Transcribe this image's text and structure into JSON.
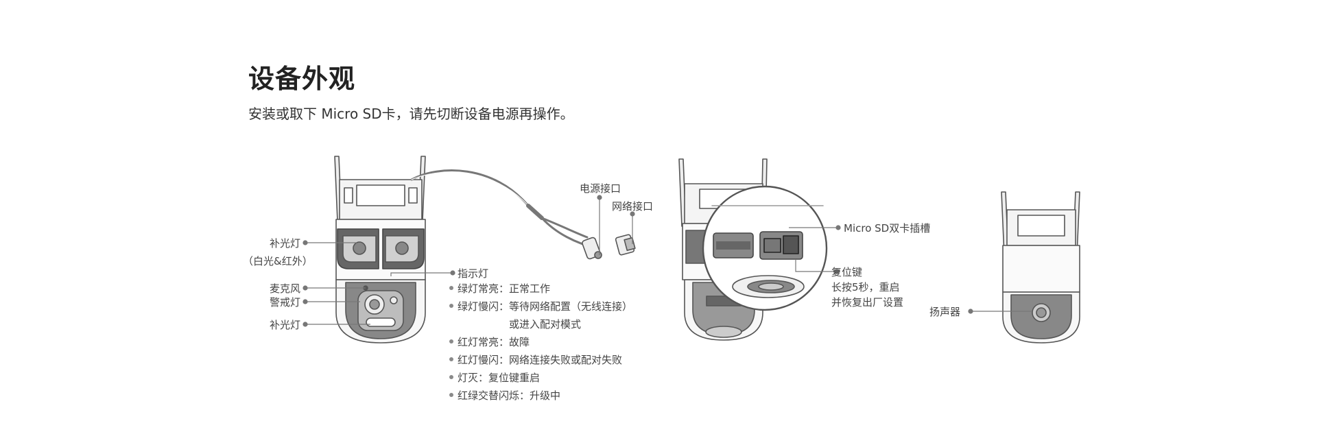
{
  "header": {
    "title": "设备外观",
    "subtitle": "安装或取下 Micro SD卡，请先切断设备电源再操作。"
  },
  "front_view": {
    "labels": {
      "fill_light_top": "补光灯",
      "fill_light_top_note": "（白光&红外）",
      "microphone": "麦克风",
      "warning_light": "警戒灯",
      "fill_light_bottom": "补光灯",
      "power_port": "电源接口",
      "network_port": "网络接口",
      "indicator": "指示灯"
    },
    "indicator_states": [
      {
        "text": "绿灯常亮：正常工作"
      },
      {
        "text": "绿灯慢闪：等待网络配置（无线连接）"
      },
      {
        "text": "或进入配对模式",
        "continuation": true
      },
      {
        "text": "红灯常亮：故障"
      },
      {
        "text": "红灯慢闪：网络连接失败或配对失败"
      },
      {
        "text": "灯灭：复位键重启"
      },
      {
        "text": "红绿交替闪烁：升级中"
      }
    ]
  },
  "side_view": {
    "labels": {
      "sd_slot": "Micro SD双卡插槽",
      "reset_key": "复位键",
      "reset_desc_1": "长按5秒，重启",
      "reset_desc_2": "并恢复出厂设置"
    }
  },
  "back_view": {
    "labels": {
      "speaker": "扬声器"
    }
  }
}
